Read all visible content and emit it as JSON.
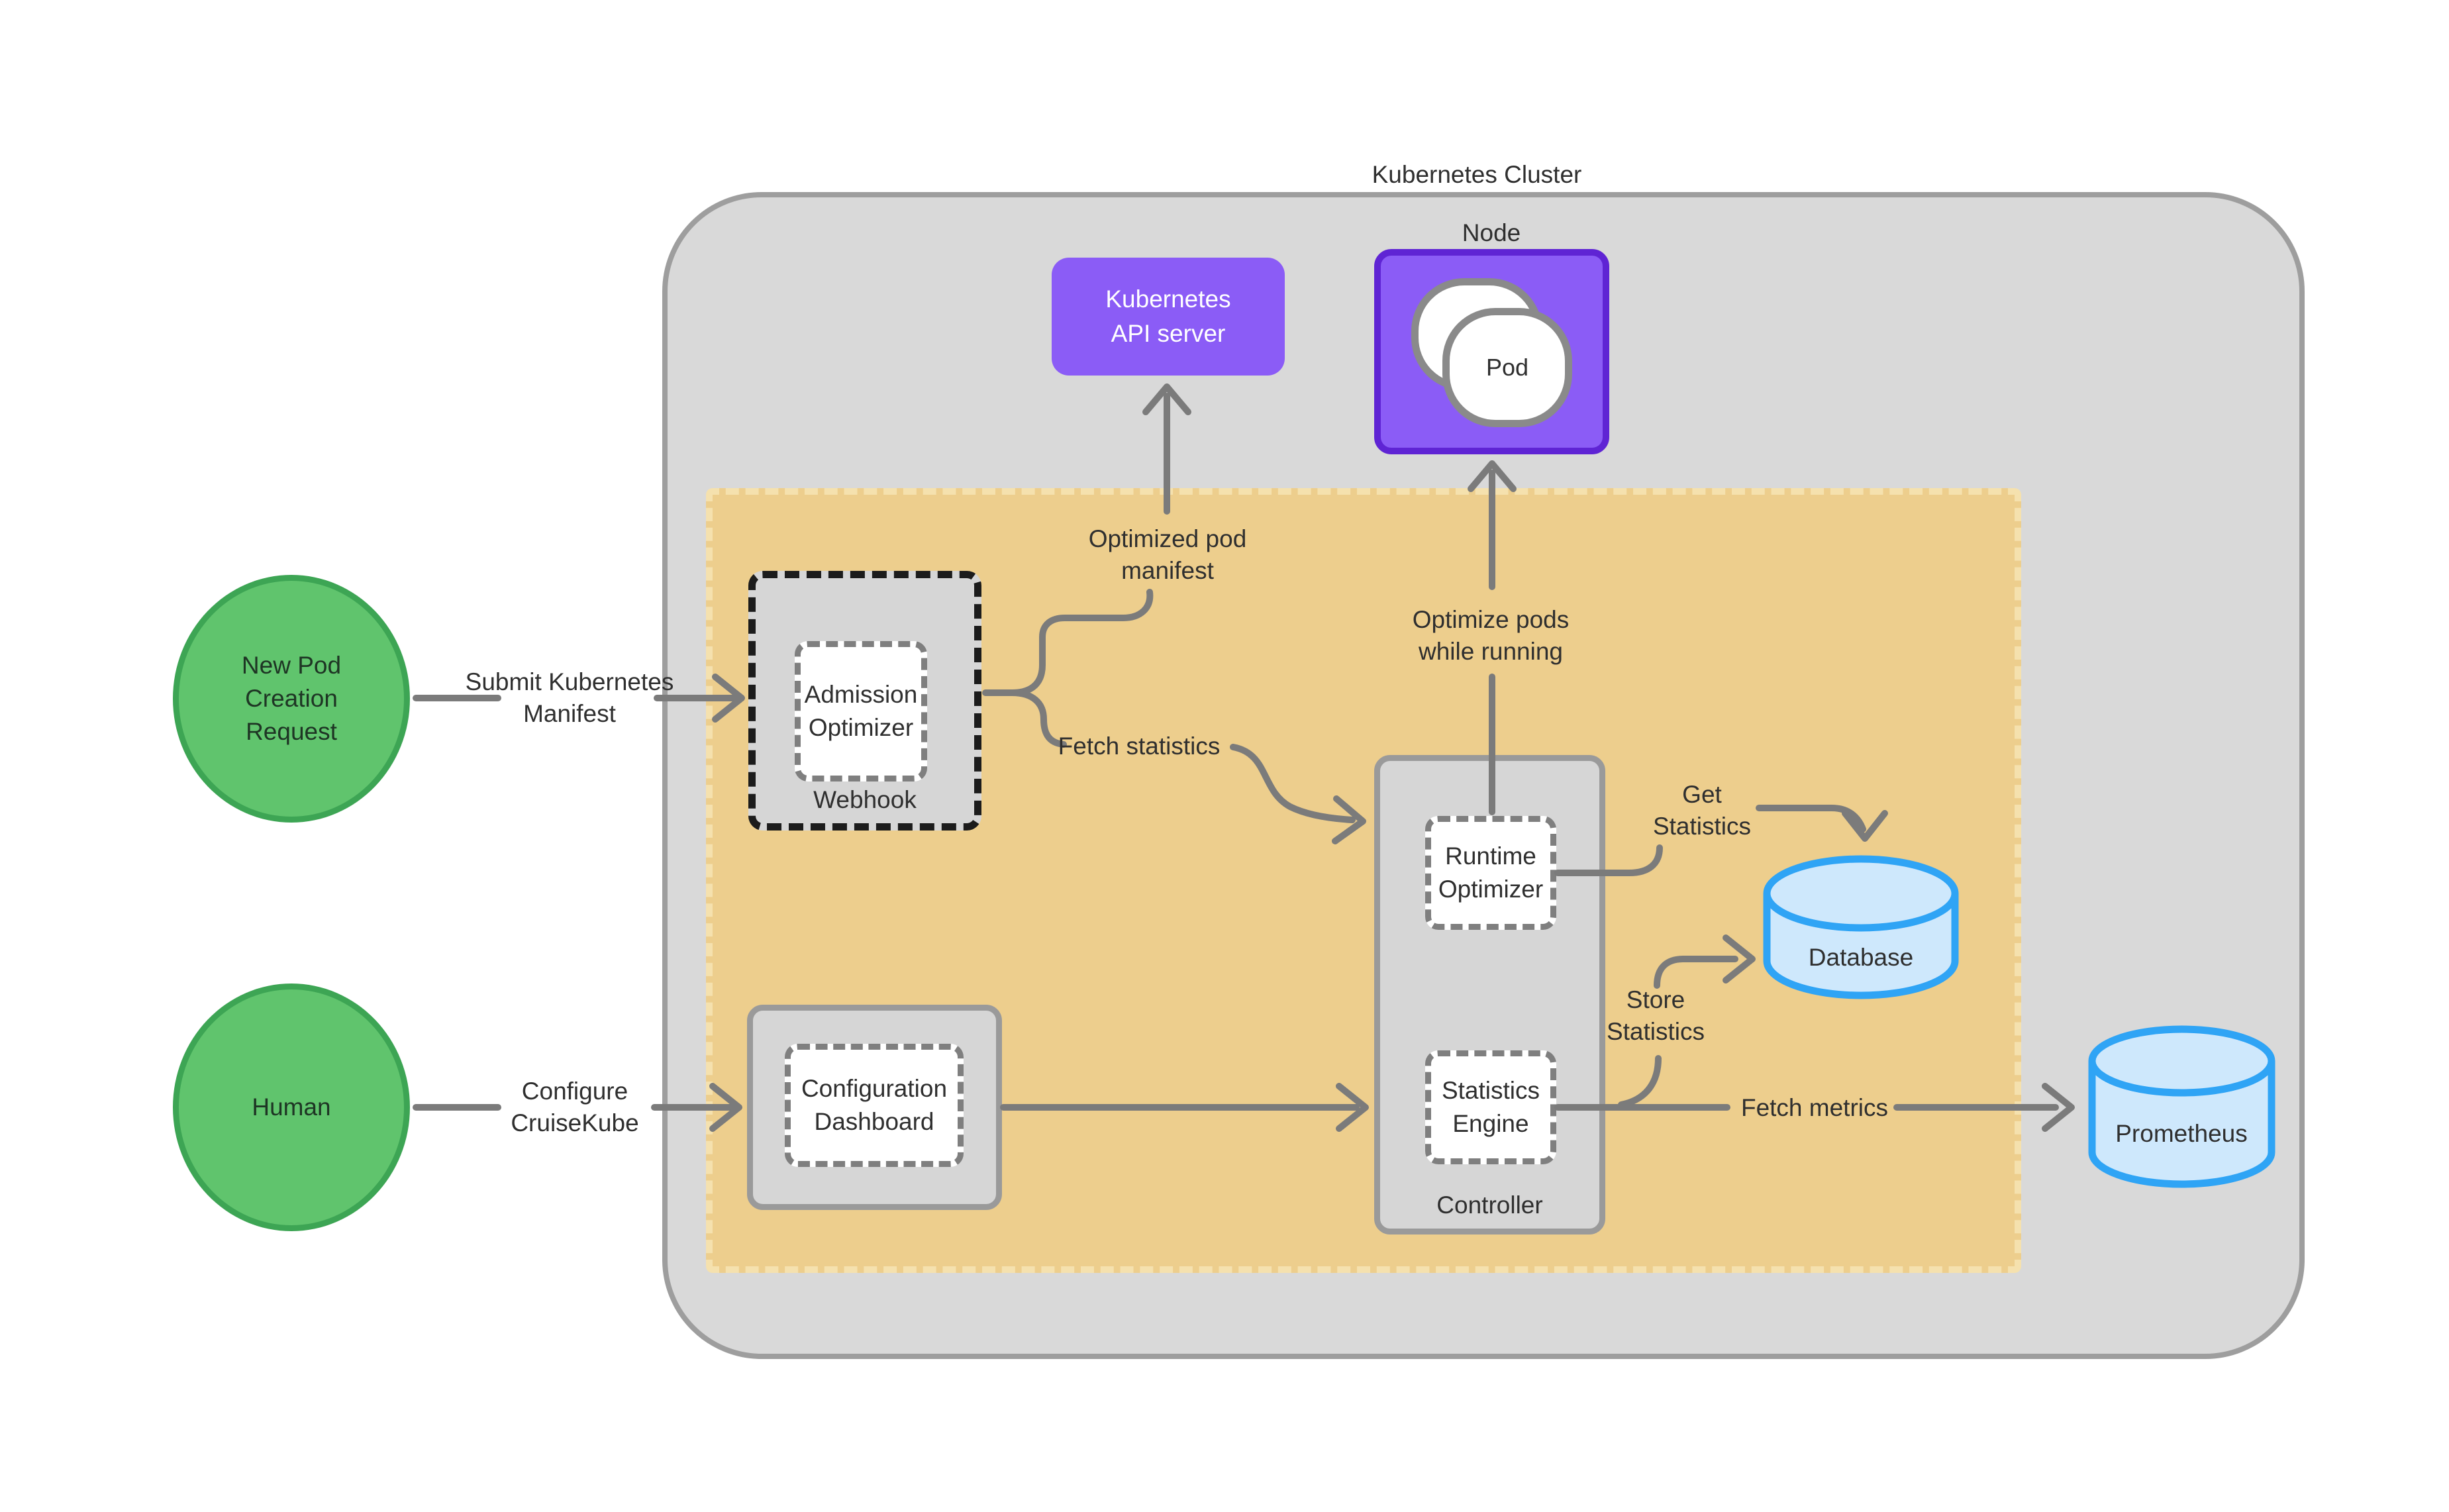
{
  "colors": {
    "background": "#ffffff",
    "cluster_fill": "#d9d9d9",
    "cluster_border": "#9e9e9e",
    "highlight_fill": "#edce8d",
    "highlight_edge": "#f5e1ae",
    "purple": "#8b5cf6",
    "node_border": "#5f24d4",
    "pod_border": "#8a8a8a",
    "inner_box_fill": "#d6d6d6",
    "inner_box_border": "#9a9a9a",
    "dashed_box_border": "#7f7f7f",
    "webhook_border": "#1c1c1c",
    "green_fill": "#60c46d",
    "green_border": "#3da554",
    "blue_fill": "#cee8fc",
    "blue_border": "#2fa4f5",
    "arrow": "#7b7b7b",
    "text_dark": "#2f2f2f",
    "text_light": "#ffffff"
  },
  "cluster": {
    "label": "Kubernetes Cluster"
  },
  "node": {
    "label": "Node",
    "pod_label": "Pod"
  },
  "api_server": {
    "label": "Kubernetes\nAPI server"
  },
  "webhook": {
    "label": "Webhook",
    "admission_optimizer": "Admission\nOptimizer"
  },
  "controller": {
    "label": "Controller",
    "runtime_optimizer": "Runtime\nOptimizer",
    "statistics_engine": "Statistics\nEngine"
  },
  "config_dashboard": {
    "label": "Configuration\nDashboard"
  },
  "actors": {
    "new_pod_request": "New Pod\nCreation\nRequest",
    "human": "Human"
  },
  "datastores": {
    "database": "Database",
    "prometheus": "Prometheus"
  },
  "edges": {
    "submit_manifest": "Submit Kubernetes\nManifest",
    "configure": "Configure\nCruiseKube",
    "optimized_manifest": "Optimized pod\nmanifest",
    "fetch_statistics": "Fetch statistics",
    "optimize_pods": "Optimize pods\nwhile running",
    "get_statistics": "Get\nStatistics",
    "store_statistics": "Store\nStatistics",
    "fetch_metrics": "Fetch metrics"
  }
}
